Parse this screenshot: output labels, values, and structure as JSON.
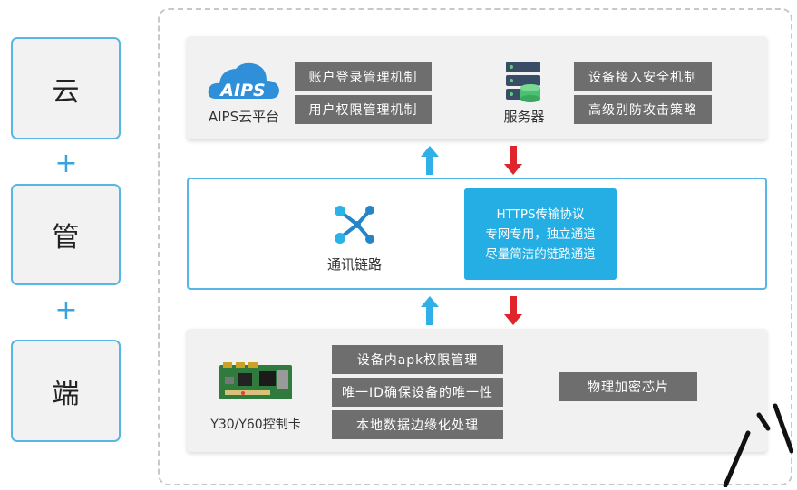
{
  "left_tiles": [
    "云",
    "管",
    "端"
  ],
  "plus_sign": "+",
  "cloud": {
    "logo_text": "AIPS",
    "platform_label": "AIPS云平台",
    "mechanisms_left": [
      "账户登录管理机制",
      "用户权限管理机制"
    ],
    "server_label": "服务器",
    "mechanisms_right": [
      "设备接入安全机制",
      "高级别防攻击策略"
    ]
  },
  "pipe": {
    "label": "通讯链路",
    "callout_lines": [
      "HTTPS传输协议",
      "专网专用，独立通道",
      "尽量简洁的链路通道"
    ]
  },
  "device": {
    "card_label": "Y30/Y60控制卡",
    "mechanisms": [
      "设备内apk权限管理",
      "唯一ID确保设备的唯一性",
      "本地数据边缘化处理"
    ],
    "chip_label": "物理加密芯片"
  },
  "colors": {
    "accent_blue": "#24aee4",
    "tile_border": "#56b6e4",
    "arrow_up": "#2fb0e6",
    "arrow_down": "#e0242c",
    "tag_bg": "#6e6e6e"
  }
}
